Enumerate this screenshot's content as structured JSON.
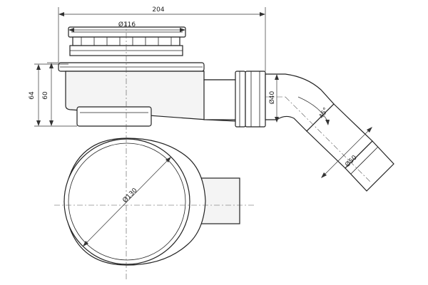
{
  "dimensions": {
    "overall_length": "204",
    "cover_diameter": "Ø116",
    "height_total": "64",
    "height_body": "60",
    "outlet_diameter": "Ø40",
    "angle": "45°",
    "pipe_diameter": "Ø50",
    "bowl_diameter": "Ø130"
  },
  "colors": {
    "line": "#222222",
    "background": "#ffffff"
  }
}
